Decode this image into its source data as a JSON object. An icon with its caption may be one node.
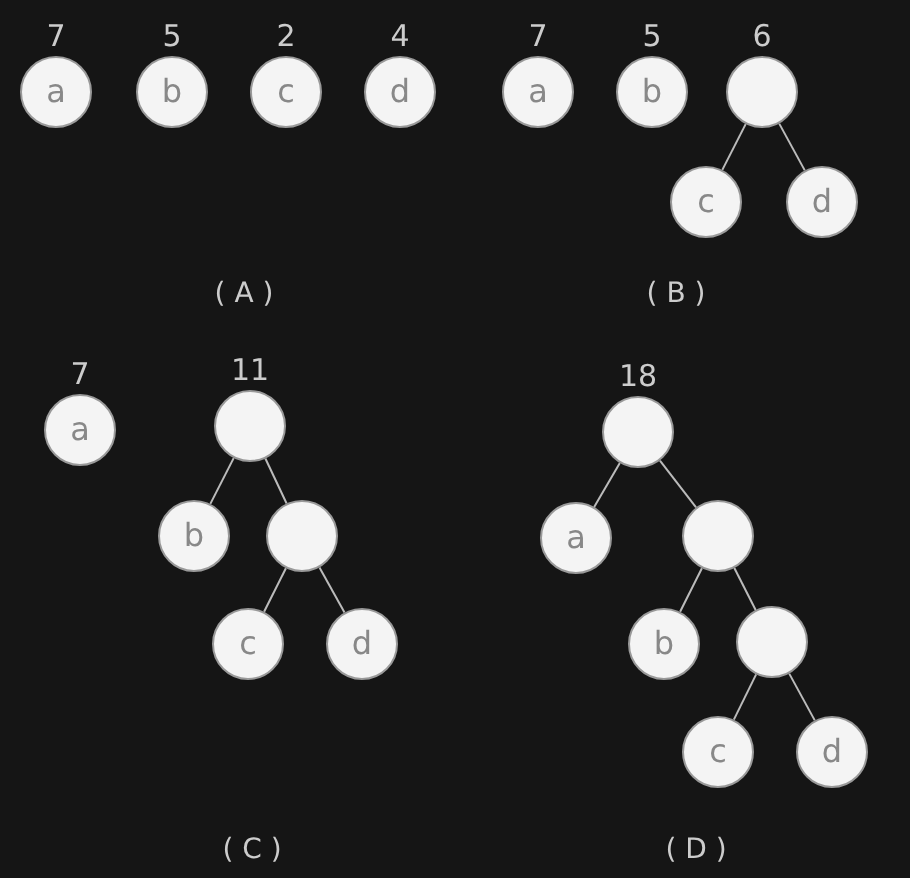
{
  "diagram": {
    "nodes": [
      {
        "text": [
          "a"
        ],
        "beside": [
          "7"
        ]
      },
      {
        "text": [
          "b"
        ],
        "beside": [
          "5"
        ]
      },
      {
        "text": [
          "c"
        ],
        "beside": [
          "2"
        ]
      },
      {
        "text": [
          "d"
        ],
        "beside": [
          "4"
        ]
      },
      {
        "text": [
          "a"
        ],
        "beside": [
          "7"
        ]
      },
      {
        "text": [
          "b"
        ],
        "beside": [
          "5"
        ]
      },
      {
        "text": [],
        "shape": "circle",
        "beside": [
          "6"
        ]
      },
      {
        "text": [
          "c"
        ]
      },
      {
        "text": [
          "d"
        ]
      },
      {
        "text": [
          "a"
        ],
        "beside": [
          "7"
        ]
      },
      {
        "text": [],
        "shape": "circle",
        "beside": [
          "11"
        ]
      },
      {
        "text": [
          "b"
        ]
      },
      {
        "text": [],
        "shape": "circle"
      },
      {
        "text": [
          "c"
        ]
      },
      {
        "text": [
          "d"
        ]
      },
      {
        "text": [],
        "shape": "circle",
        "beside": [
          "18"
        ]
      },
      {
        "text": [
          "a"
        ]
      },
      {
        "text": [],
        "shape": "circle"
      },
      {
        "text": [
          "b"
        ]
      },
      {
        "text": [],
        "shape": "circle"
      },
      {
        "text": [
          "c"
        ]
      },
      {
        "text": [
          "d"
        ]
      }
    ],
    "edges": [
      {
        "from": 6,
        "to": 7,
        "arrow": "none"
      },
      {
        "from": 6,
        "to": 8,
        "arrow": "none"
      },
      {
        "from": 10,
        "to": 11,
        "arrow": "none"
      },
      {
        "from": 10,
        "to": 12,
        "arrow": "none"
      },
      {
        "from": 12,
        "to": 13,
        "arrow": "none"
      },
      {
        "from": 12,
        "to": 14,
        "arrow": "none"
      },
      {
        "from": 15,
        "to": 16,
        "arrow": "none"
      },
      {
        "from": 15,
        "to": 17,
        "arrow": "none"
      },
      {
        "from": 17,
        "to": 18,
        "arrow": "none"
      },
      {
        "from": 17,
        "to": 19,
        "arrow": "none"
      },
      {
        "from": 19,
        "to": 20,
        "arrow": "none"
      },
      {
        "from": 19,
        "to": 21,
        "arrow": "none"
      }
    ],
    "labels": [
      "( A )",
      "( B )",
      "( C )",
      "( D )"
    ]
  }
}
